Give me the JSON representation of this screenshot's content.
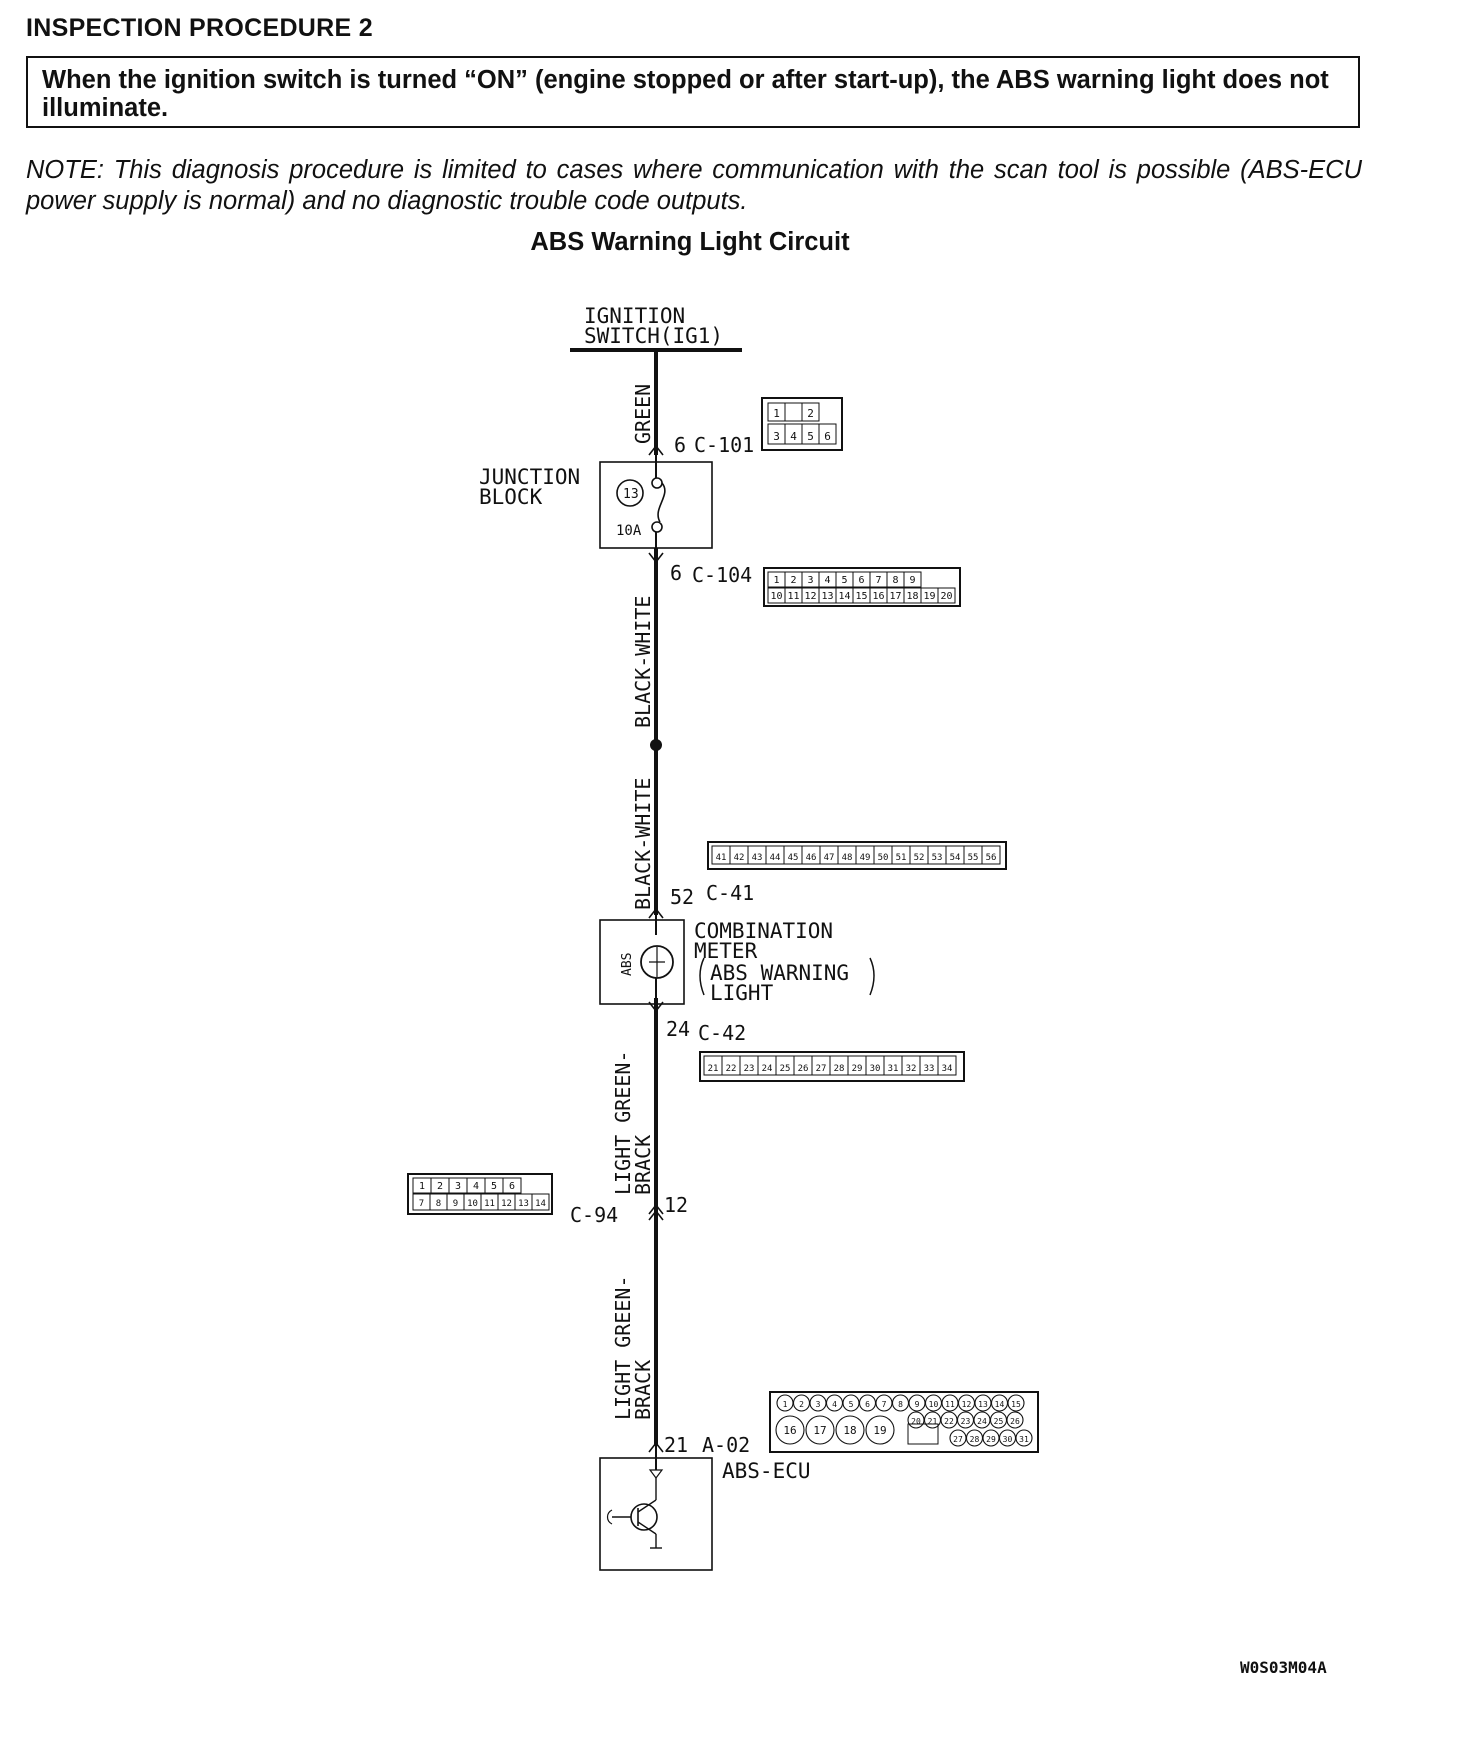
{
  "heading": "INSPECTION PROCEDURE 2",
  "symptom": "When the ignition switch is turned “ON” (engine stopped or after start-up), the ABS warning light does not illuminate.",
  "note": "NOTE: This diagnosis procedure is limited to cases where communication with the scan tool is possible (ABS-ECU power supply is normal) and no diagnostic trouble code outputs.",
  "diagram": {
    "title": "ABS Warning Light Circuit",
    "ignition_line1": "IGNITION",
    "ignition_line2": "SWITCH(IG1)",
    "wire_green": "GREEN",
    "wire_black_white_upper": "BLACK-WHITE",
    "wire_black_white_lower": "BLACK-WHITE",
    "wire_light_green_upper_1": "LIGHT GREEN-",
    "wire_light_green_upper_2": "BRACK",
    "wire_light_green_lower_1": "LIGHT GREEN-",
    "wire_light_green_lower_2": "BRACK",
    "junction_line1": "JUNCTION",
    "junction_line2": "BLOCK",
    "fuse_number": "13",
    "fuse_rating": "10A",
    "meter_line1": "COMBINATION",
    "meter_line2": "METER",
    "meter_line3": "ABS WARNING",
    "meter_line4": "LIGHT",
    "abs_lamp_label": "ABS",
    "ecu_label": "ABS-ECU",
    "connectors": {
      "c101": {
        "pin": "6",
        "name": "C-101"
      },
      "c104": {
        "pin": "6",
        "name": "C-104"
      },
      "c41": {
        "pin": "52",
        "name": "C-41"
      },
      "c42": {
        "pin": "24",
        "name": "C-42"
      },
      "c94": {
        "pin": "12",
        "name": "C-94"
      },
      "a02": {
        "pin": "21",
        "name": "A-02"
      }
    },
    "connector_faces": {
      "c101": {
        "top": [
          "1",
          "",
          "2"
        ],
        "bottom": [
          "3",
          "4",
          "5",
          "6"
        ]
      },
      "c104": {
        "top": [
          "1",
          "2",
          "3",
          "4",
          "5",
          "6",
          "7",
          "8",
          "9"
        ],
        "bottom": [
          "10",
          "11",
          "12",
          "13",
          "14",
          "15",
          "16",
          "17",
          "18",
          "19",
          "20"
        ]
      },
      "c41": {
        "pins": [
          "41",
          "42",
          "43",
          "44",
          "45",
          "46",
          "47",
          "48",
          "49",
          "50",
          "51",
          "52",
          "53",
          "54",
          "55",
          "56"
        ]
      },
      "c42": {
        "pins": [
          "21",
          "22",
          "23",
          "24",
          "25",
          "26",
          "27",
          "28",
          "29",
          "30",
          "31",
          "32",
          "33",
          "34"
        ]
      },
      "c94": {
        "top": [
          "1",
          "2",
          "3",
          "4",
          "5",
          "6"
        ],
        "bottom": [
          "7",
          "8",
          "9",
          "10",
          "11",
          "12",
          "13",
          "14"
        ]
      },
      "a02": {
        "top": [
          "1",
          "2",
          "3",
          "4",
          "5",
          "6",
          "7",
          "8",
          "9",
          "10",
          "11",
          "12",
          "13",
          "14",
          "15"
        ],
        "big": [
          "16",
          "17",
          "18",
          "19"
        ],
        "mid": [
          "20",
          "21",
          "22",
          "23",
          "24",
          "25",
          "26"
        ],
        "low": [
          "27",
          "28",
          "29",
          "30",
          "31"
        ]
      }
    }
  },
  "figure_code": "W0S03M04A"
}
